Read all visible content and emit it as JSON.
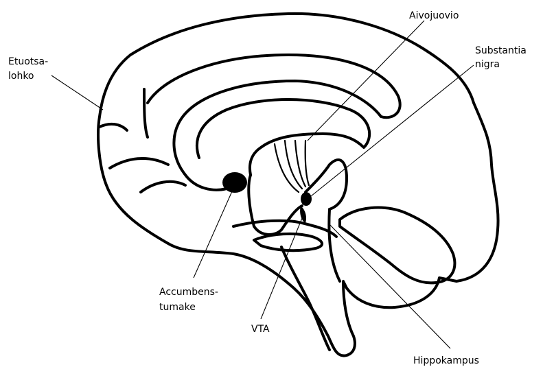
{
  "diagram": {
    "labels": {
      "frontal_lobe_line1": "Etuotsa-",
      "frontal_lobe_line2": "lohko",
      "fornix": "Aivojuovio",
      "substantia_nigra_line1": "Substantia",
      "substantia_nigra_line2": "nigra",
      "nucleus_accumbens_line1": "Accumbens-",
      "nucleus_accumbens_line2": "tumake",
      "vta": "VTA",
      "hippocampus": "Hippokampus"
    },
    "colors": {
      "ink": "#000000",
      "background": "#ffffff"
    }
  }
}
